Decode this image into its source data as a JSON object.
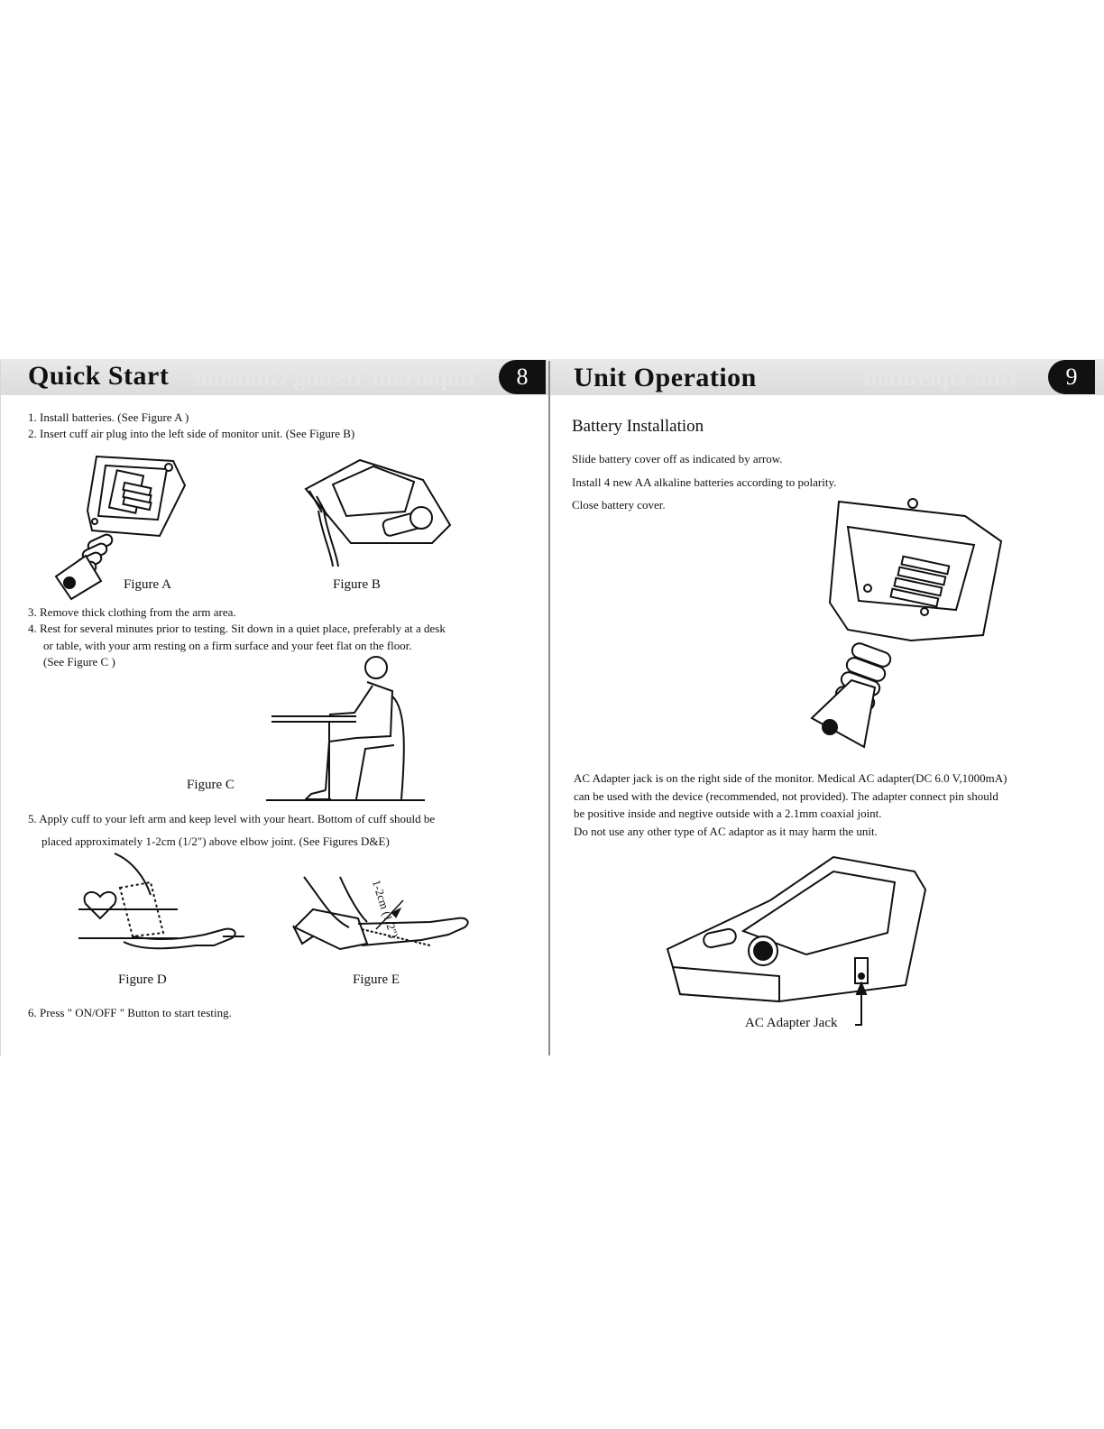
{
  "left_page": {
    "title": "Quick Start",
    "page_number": "8",
    "steps": [
      "1.  Install batteries.  (See Figure A )",
      "2.  Insert cuff air plug into the left side of monitor unit.  (See Figure B)",
      "3.  Remove thick clothing from the arm area.",
      "4.  Rest for several minutes prior to testing.  Sit down in a quiet place, preferably at a desk",
      "or table, with your arm resting on a firm surface and your feet flat on the floor.",
      "(See Figure C )",
      "5.  Apply cuff to your left arm and keep level with your heart.  Bottom of cuff should be",
      "placed approximately 1-2cm (1/2\") above elbow joint.  (See Figures D&E)",
      "6.  Press \" ON/OFF \" Button to start testing."
    ],
    "figures": {
      "a": "Figure A",
      "b": "Figure B",
      "c": "Figure C",
      "d": "Figure D",
      "e": "Figure E",
      "e_measure": "1-2cm (1/2\")"
    }
  },
  "right_page": {
    "title": "Unit Operation",
    "page_number": "9",
    "battery_heading": "Battery Installation",
    "battery_steps": [
      "Slide battery cover off as indicated by arrow.",
      "Install 4 new AA alkaline batteries according to polarity.",
      "Close battery cover."
    ],
    "adapter_paragraph": [
      "AC Adapter jack is on the right side of the monitor. Medical AC adapter(DC 6.0 V,1000mA)",
      "can be used with the device (recommended, not provided).  The adapter connect pin should",
      "be positive inside and negtive outside with a 2.1mm coaxial joint.",
      "Do not use any other type of  AC adaptor as it may harm the unit."
    ],
    "adapter_label": "AC Adapter Jack"
  }
}
